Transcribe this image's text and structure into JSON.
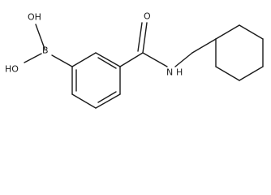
{
  "molecule": {
    "atoms": {
      "oh_top": "OH",
      "oh_bottom": "HO",
      "boron": "B",
      "oxygen": "O",
      "nitrogen": "N",
      "hydrogen": "H"
    }
  }
}
